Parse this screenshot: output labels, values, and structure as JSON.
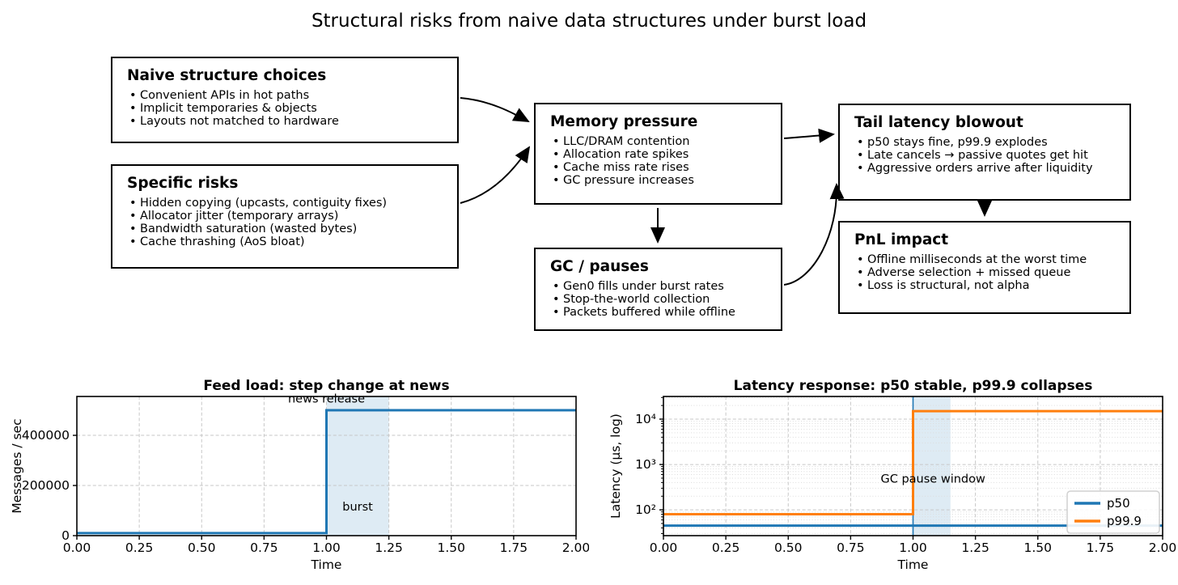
{
  "page_title": "Structural risks from naive data structures under burst load",
  "diagram": {
    "boxes": [
      {
        "id": "naive",
        "title": "Naive structure choices",
        "bullets": [
          "Convenient APIs in hot paths",
          "Implicit temporaries & objects",
          "Layouts not matched to hardware"
        ]
      },
      {
        "id": "specific",
        "title": "Specific risks",
        "bullets": [
          "Hidden copying (upcasts, contiguity fixes)",
          "Allocator jitter (temporary arrays)",
          "Bandwidth saturation (wasted bytes)",
          "Cache thrashing (AoS bloat)"
        ]
      },
      {
        "id": "memory",
        "title": "Memory pressure",
        "bullets": [
          "LLC/DRAM contention",
          "Allocation rate spikes",
          "Cache miss rate rises",
          "GC pressure increases"
        ]
      },
      {
        "id": "gc",
        "title": "GC / pauses",
        "bullets": [
          "Gen0 fills under burst rates",
          "Stop-the-world collection",
          "Packets buffered while offline"
        ]
      },
      {
        "id": "tail",
        "title": "Tail latency blowout",
        "bullets": [
          "p50 stays fine, p99.9 explodes",
          "Late cancels → passive quotes get hit",
          "Aggressive orders arrive after liquidity"
        ]
      },
      {
        "id": "pnl",
        "title": "PnL impact",
        "bullets": [
          "Offline milliseconds at the worst time",
          "Adverse selection + missed queue",
          "Loss is structural, not alpha"
        ]
      }
    ]
  },
  "chart_data": [
    {
      "type": "line",
      "title": "Feed load: step change at news",
      "xlabel": "Time",
      "ylabel": "Messages / sec",
      "xlim": [
        0,
        2
      ],
      "ylim": [
        0,
        555000
      ],
      "xticks": [
        0,
        0.25,
        0.5,
        0.75,
        1,
        1.25,
        1.5,
        1.75,
        2
      ],
      "xtick_labels": [
        "0.00",
        "0.25",
        "0.50",
        "0.75",
        "1.00",
        "1.25",
        "1.50",
        "1.75",
        "2.00"
      ],
      "yticks": [
        0,
        200000,
        400000
      ],
      "ytick_labels": [
        "0",
        "200000",
        "400000"
      ],
      "grid": true,
      "series": [
        {
          "name": "messages_per_sec",
          "color": "#1f77b4",
          "x": [
            0,
            1,
            1,
            2
          ],
          "y": [
            10000,
            10000,
            500000,
            500000
          ]
        }
      ],
      "band": {
        "x0": 1.0,
        "x1": 1.25,
        "color": "#1f77b4",
        "opacity": 0.15
      },
      "annotations": [
        {
          "text": "news release",
          "x": 1.0,
          "y": 530000
        },
        {
          "text": "burst",
          "x": 1.125,
          "y": 100000
        }
      ]
    },
    {
      "type": "line",
      "title": "Latency response: p50 stable, p99.9 collapses",
      "xlabel": "Time",
      "ylabel": "Latency (μs, log)",
      "yscale": "log",
      "xlim": [
        0,
        2
      ],
      "ylim": [
        27,
        31600
      ],
      "xticks": [
        0,
        0.25,
        0.5,
        0.75,
        1,
        1.25,
        1.5,
        1.75,
        2
      ],
      "xtick_labels": [
        "0.00",
        "0.25",
        "0.50",
        "0.75",
        "1.00",
        "1.25",
        "1.50",
        "1.75",
        "2.00"
      ],
      "yticks": [
        100,
        1000,
        10000
      ],
      "ytick_labels": [
        "10²",
        "10³",
        "10⁴"
      ],
      "grid": true,
      "series": [
        {
          "name": "p50",
          "color": "#1f77b4",
          "x": [
            0,
            2
          ],
          "y": [
            45,
            45
          ]
        },
        {
          "name": "p99.9",
          "color": "#ff7f0e",
          "x": [
            0,
            1,
            1,
            2
          ],
          "y": [
            80,
            80,
            15000,
            15000
          ]
        }
      ],
      "band": {
        "x0": 1.0,
        "x1": 1.15,
        "color": "#1f77b4",
        "opacity": 0.15
      },
      "vline": {
        "x": 1.0,
        "color": "#1f77b4"
      },
      "annotations": [
        {
          "text": "GC pause window",
          "x": 1.08,
          "y": 400
        }
      ],
      "legend": {
        "labels": [
          "p50",
          "p99.9"
        ],
        "position": "lower right"
      }
    }
  ]
}
